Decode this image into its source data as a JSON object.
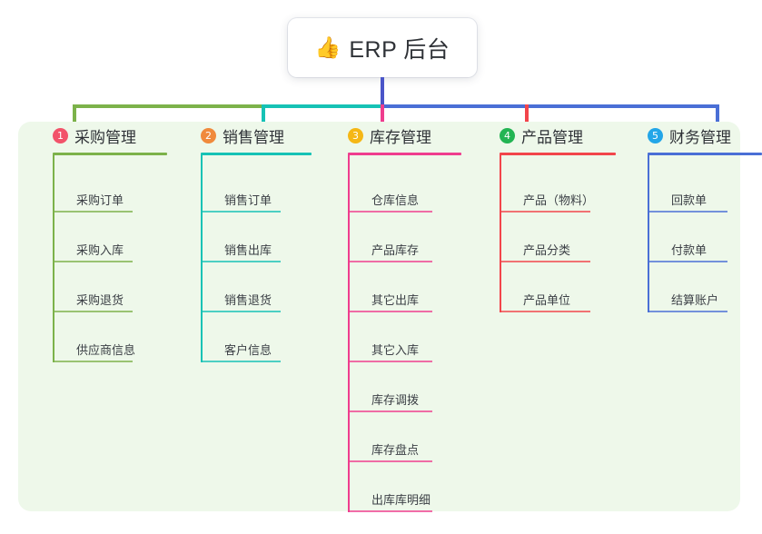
{
  "diagram": {
    "type": "mind-map",
    "root": {
      "emoji": "👍",
      "emoji_name": "thumbs-up-icon",
      "title": "ERP 后台"
    },
    "branches": [
      {
        "index": "1",
        "title": "采购管理",
        "badge_color": "#f2536a",
        "line_color": "#7cb24a",
        "items": [
          "采购订单",
          "采购入库",
          "采购退货",
          "供应商信息"
        ]
      },
      {
        "index": "2",
        "title": "销售管理",
        "badge_color": "#f08a3c",
        "line_color": "#16c2b5",
        "items": [
          "销售订单",
          "销售出库",
          "销售退货",
          "客户信息"
        ]
      },
      {
        "index": "3",
        "title": "库存管理",
        "badge_color": "#f5b715",
        "line_color": "#ef3d8e",
        "items": [
          "仓库信息",
          "产品库存",
          "其它出库",
          "其它入库",
          "库存调拨",
          "库存盘点",
          "出库库明细"
        ]
      },
      {
        "index": "4",
        "title": "产品管理",
        "badge_color": "#23b453",
        "line_color": "#f2454b",
        "items": [
          "产品（物料）",
          "产品分类",
          "产品单位"
        ]
      },
      {
        "index": "5",
        "title": "财务管理",
        "badge_color": "#23a6e8",
        "line_color": "#4a6fd6",
        "items": [
          "回款单",
          "付款单",
          "结算账户"
        ]
      }
    ],
    "canvas": {
      "panel_background": "#eef8ea",
      "page_background": "#ffffff",
      "root_stem_color": "#4a55c8",
      "trunk_segments": [
        {
          "color": "#7cb24a"
        },
        {
          "color": "#16c2b5"
        },
        {
          "color": "#4a6fd6"
        }
      ]
    }
  }
}
